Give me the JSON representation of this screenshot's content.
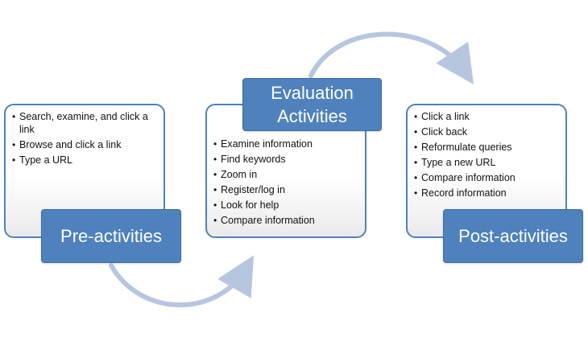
{
  "stages": [
    {
      "name": "pre-activities",
      "title": "Pre-activities",
      "items": [
        "Search, examine, and click a link",
        "Browse and click a link",
        "Type a URL"
      ]
    },
    {
      "name": "evaluation-activities",
      "title_line1": "Evaluation",
      "title_line2": "Activities",
      "items": [
        "Examine information",
        "Find keywords",
        "Zoom in",
        "Register/log in",
        "Look for help",
        "Compare information"
      ]
    },
    {
      "name": "post-activities",
      "title": "Post-activities",
      "items": [
        "Click a link",
        "Click back",
        "Reformulate queries",
        "Type a new URL",
        "Compare information",
        "Record information"
      ]
    }
  ],
  "colors": {
    "accent": "#4f81bd",
    "arrow": "#b7c6df"
  }
}
